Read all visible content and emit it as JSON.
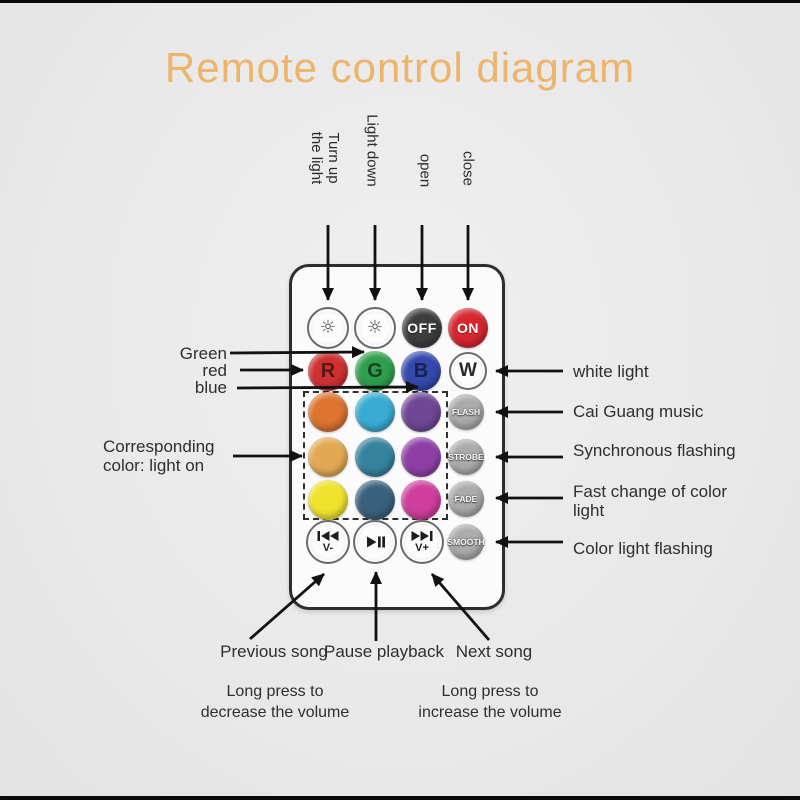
{
  "title": "Remote control diagram",
  "top_labels": {
    "turn_up_line1": "Turn up",
    "turn_up_line2": "the light",
    "light_down": "Light down",
    "open": "open",
    "close": "close"
  },
  "left_labels": {
    "green": "Green",
    "red": "red",
    "blue": "blue",
    "corresponding_line1": "Corresponding",
    "corresponding_line2": "color: light on"
  },
  "right_labels": {
    "white_light": "white light",
    "flash": "Cai Guang music",
    "strobe": "Synchronous flashing",
    "fade": "Fast change of color light",
    "smooth": "Color light flashing"
  },
  "remote_buttons": {
    "off": "OFF",
    "on": "ON",
    "r": "R",
    "g": "G",
    "b": "B",
    "w": "W",
    "modes": [
      "FLASH",
      "STROBE",
      "FADE",
      "SMOOTH"
    ],
    "vol_down": "V-",
    "vol_up": "V+"
  },
  "icons": {
    "brightness_up": "☼",
    "brightness_down": "☼",
    "previous_track": "|◀◀",
    "play_pause": "▶||",
    "next_track": "▶▶|"
  },
  "bottom_labels": {
    "previous": "Previous song",
    "pause": "Pause playback",
    "next": "Next song",
    "decrease_line1": "Long press to",
    "decrease_line2": "decrease the volume",
    "increase_line1": "Long press to",
    "increase_line2": "increase the volume"
  },
  "colors": {
    "accent_title": "#eeb469",
    "r": "#cf3132",
    "g": "#2f9e4d",
    "b": "#3448ad",
    "off": "#3d3d3d",
    "on": "#d6262f",
    "mode": "#ababab",
    "grid": [
      [
        "#dd7430",
        "#3aabd2",
        "#6e4795"
      ],
      [
        "#e2a952",
        "#36839f",
        "#8e3fa6"
      ],
      [
        "#efe32e",
        "#39617c",
        "#cf3e9c"
      ]
    ]
  }
}
